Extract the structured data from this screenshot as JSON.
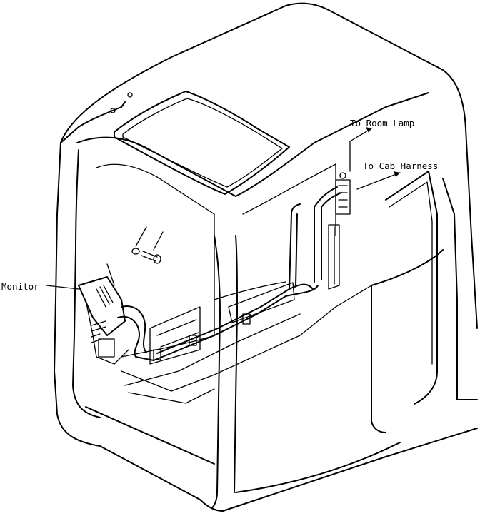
{
  "labels": {
    "monitor": "Monitor",
    "room_lamp": "To Room Lamp",
    "cab_harness": "To Cab Harness"
  },
  "colors": {
    "ink": "#000000",
    "paper": "#ffffff"
  }
}
